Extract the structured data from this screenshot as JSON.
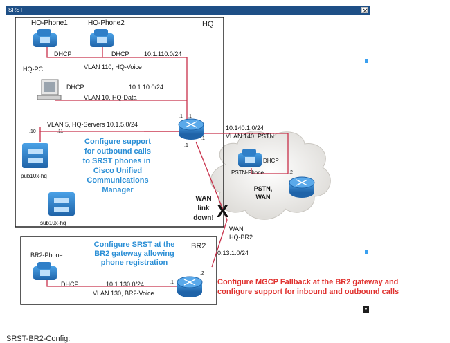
{
  "window": {
    "title": "SRST"
  },
  "diagram": {
    "sites": {
      "hq": "HQ",
      "br2": "BR2"
    },
    "devices": {
      "hq_phone1": "HQ-Phone1",
      "hq_phone2": "HQ-Phone2",
      "hq_pc": "HQ-PC",
      "pub": "pub10x-hq",
      "sub": "sub10x-hq",
      "pstn_phone": "PSTN-Phone",
      "pstn_wan": "PSTN,\nWAN",
      "br2_phone": "BR2-Phone",
      "wan_hq_br2": "WAN\nHQ-BR2"
    },
    "labels": {
      "dhcp": "DHCP",
      "net_110": "10.1.110.0/24",
      "vlan_110": "VLAN 110, HQ-Voice",
      "net_10": "10.1.10.0/24",
      "vlan_10": "VLAN 10, HQ-Data",
      "vlan_5": "VLAN 5, HQ-Servers 10.1.5.0/24",
      "net_140": "10.140.1.0/24",
      "vlan_140": "VLAN 140, PSTN",
      "net_13": "0.13.1.0/24",
      "net_130": "10.1.130.0/24",
      "vlan_130": "VLAN 130, BR2-Voice",
      "p1": ".1",
      "p2": ".2",
      "p10": ".10",
      "p11": ".11",
      "wan_down": "WAN\nlink\ndown!",
      "x_mark": "X"
    },
    "notes": {
      "hq_note": "Configure support\nfor outbound calls\nto SRST phones in\nCisco Unified\nCommunications\nManager",
      "br2_note": "Configure SRST at the\nBR2 gateway  allowing\nphone registration",
      "mgcp_note": "Configure MGCP Fallback  at the BR2 gateway  and\nconfigure support for inbound and outbound calls"
    }
  },
  "footer": {
    "label": "SRST-BR2-Config:"
  },
  "colors": {
    "titlebar": "#1e4f86",
    "link": "#c8304a",
    "note_blue": "#2b8fd6",
    "note_red": "#e0322f",
    "device_blue": "#2f7fc8",
    "cloud": "#e8e6e2"
  }
}
